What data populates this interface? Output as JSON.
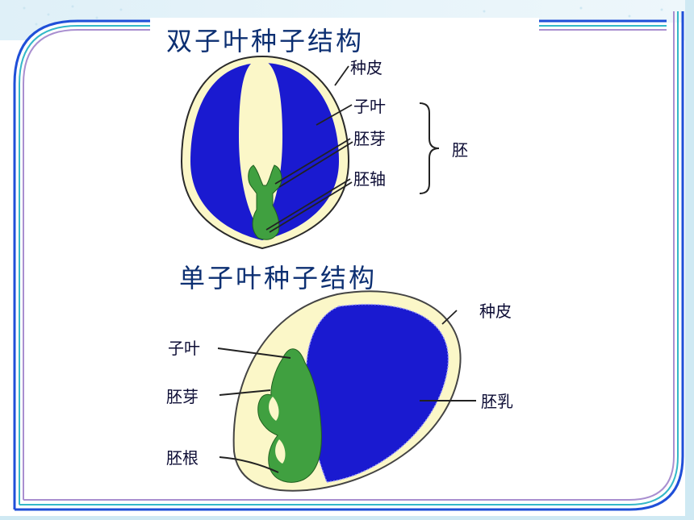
{
  "dicot": {
    "title": "双子叶种子结构",
    "labels": {
      "seed_coat": "种皮",
      "cotyledon": "子叶",
      "plumule": "胚芽",
      "hypocotyl": "胚轴",
      "embryo": "胚"
    }
  },
  "monocot": {
    "title": "单子叶种子结构",
    "labels": {
      "seed_coat": "种皮",
      "cotyledon": "子叶",
      "plumule": "胚芽",
      "endosperm": "胚乳",
      "radicle": "胚根"
    }
  },
  "colors": {
    "frame_blue": "#1f4fd8",
    "frame_teal": "#34b8c8",
    "frame_purple": "#a98fd0",
    "seed_coat": "#fbf7c8",
    "cotyledon_blue": "#1a1ad0",
    "embryo_green": "#40a040",
    "title_text": "#0c2f72",
    "label_text": "#0d0d35"
  }
}
